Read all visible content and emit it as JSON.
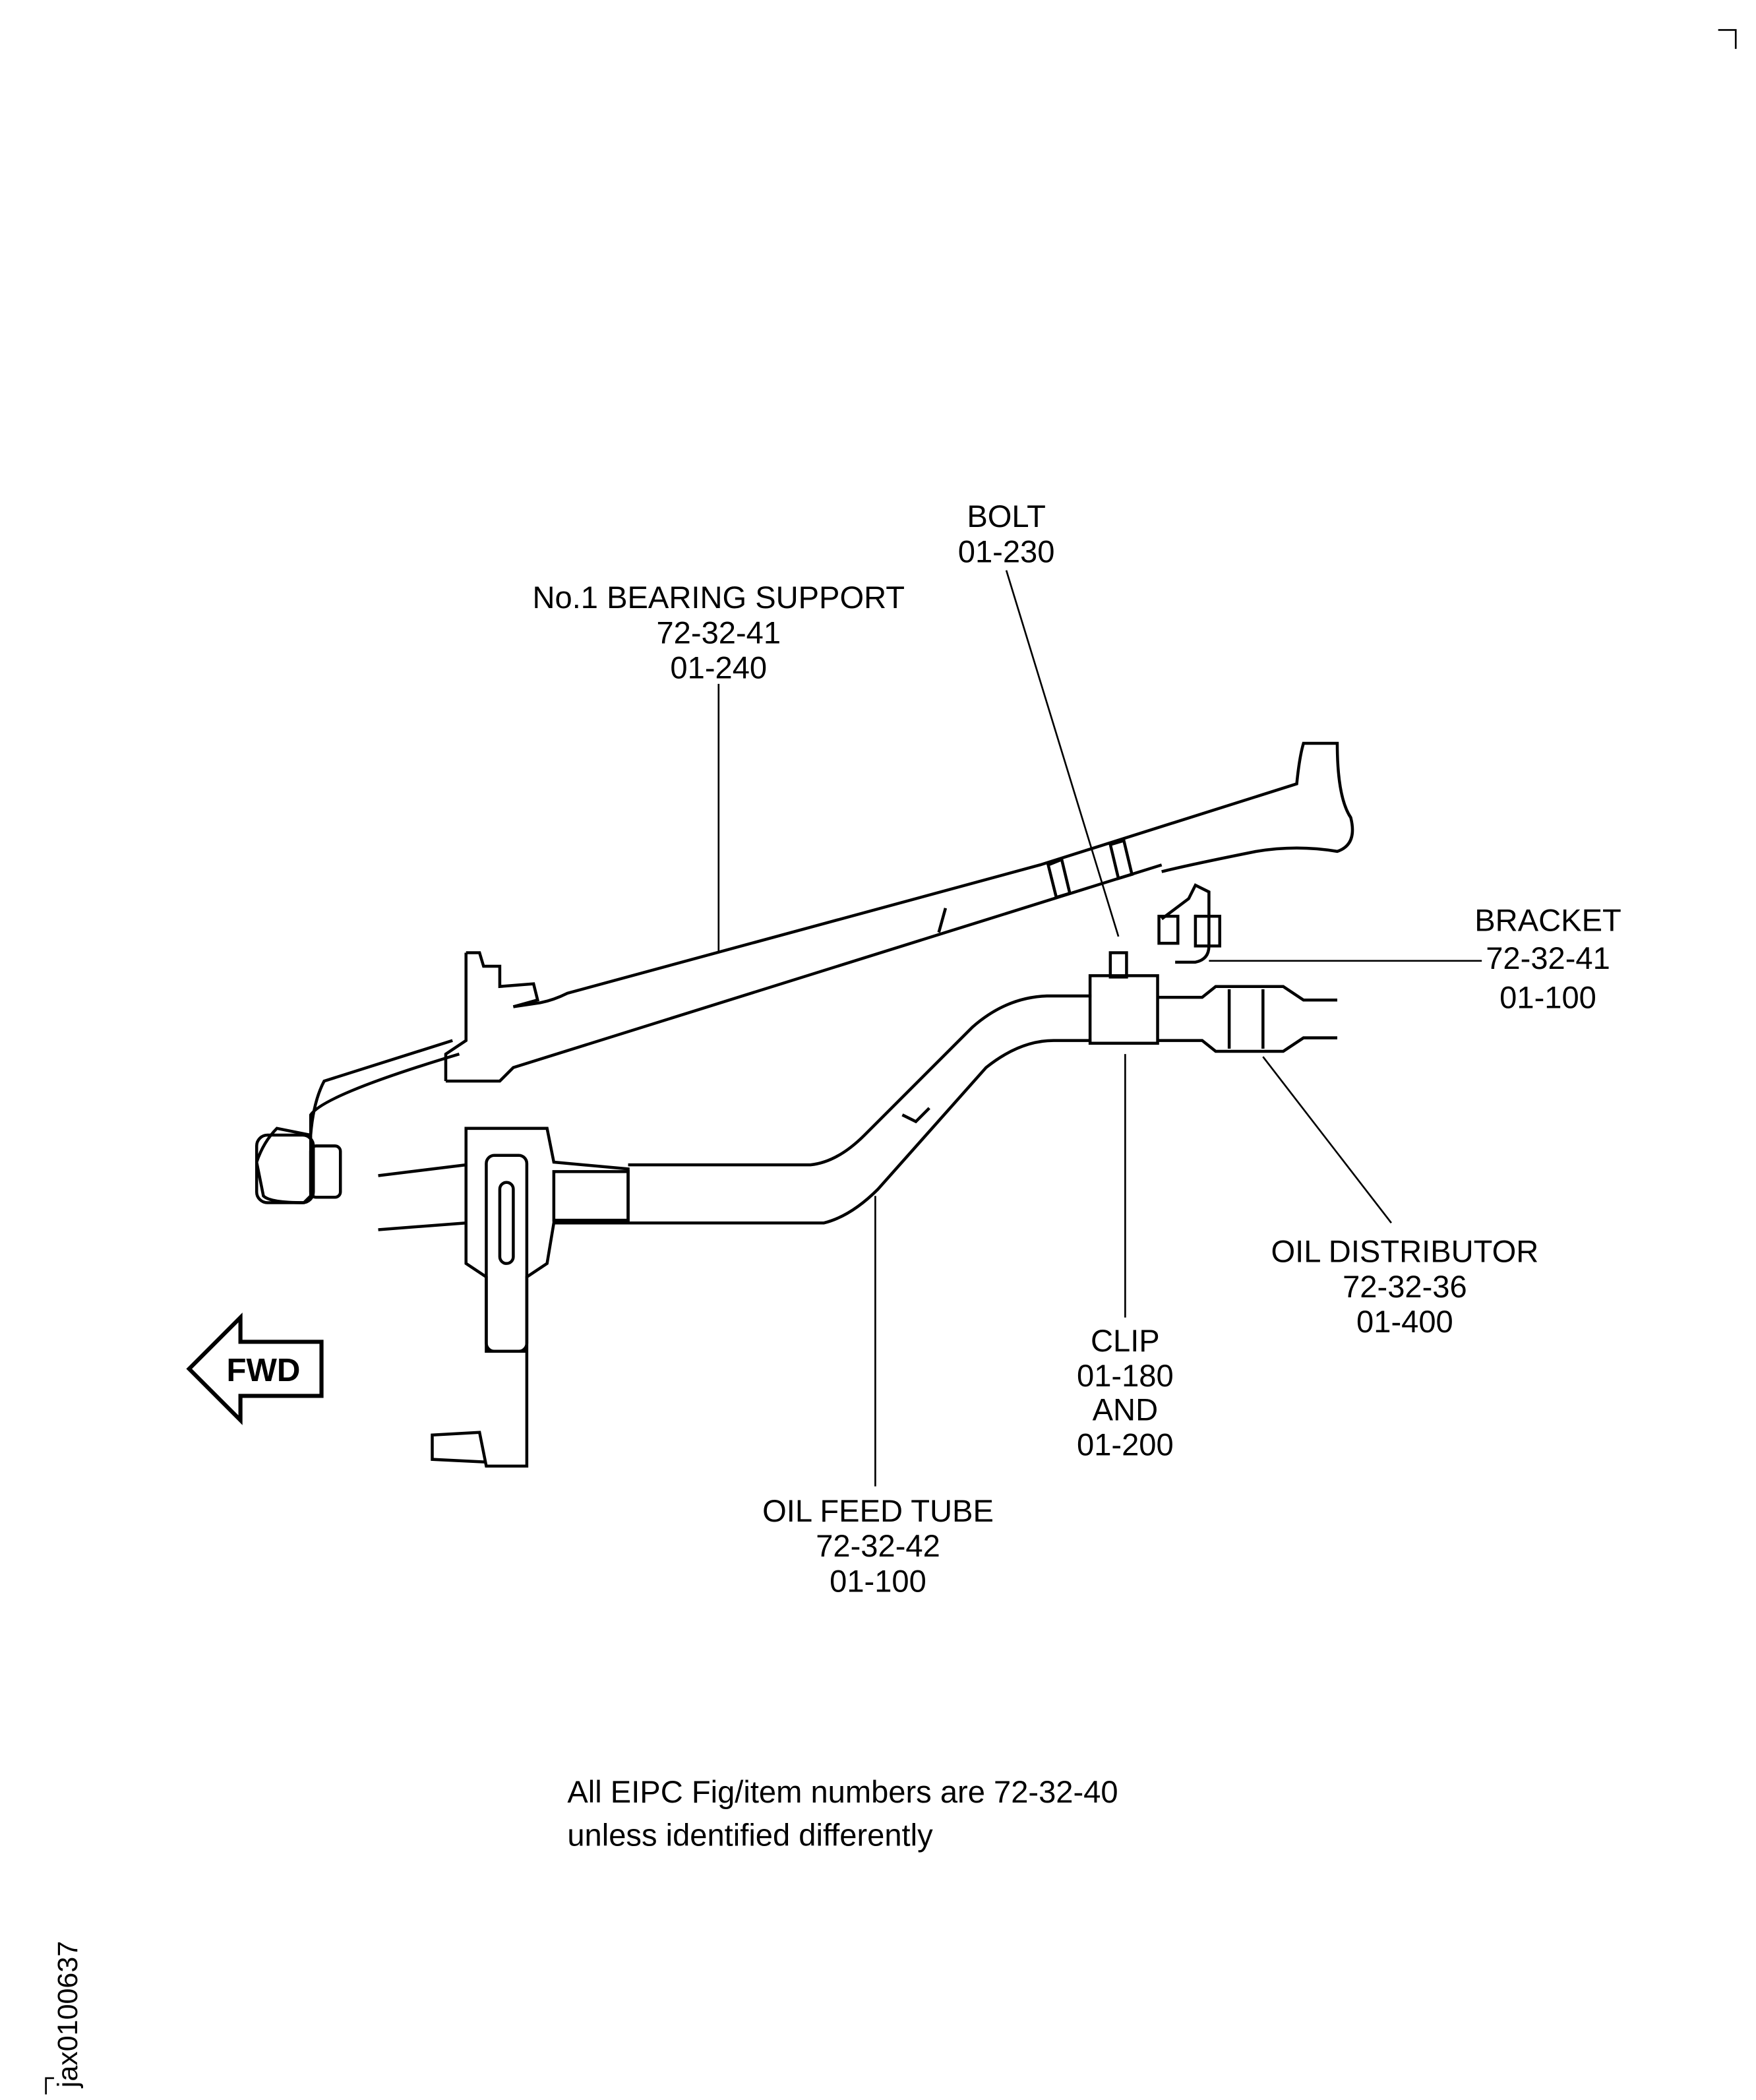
{
  "labels": {
    "bolt": {
      "name": "BOLT",
      "item": "01-230"
    },
    "bearing_support": {
      "name": "No.1  BEARING  SUPPORT",
      "fig": "72-32-41",
      "item": "01-240"
    },
    "bracket": {
      "name": "BRACKET",
      "fig": "72-32-41",
      "item": "01-100"
    },
    "oil_distributor": {
      "name": "OIL DISTRIBUTOR",
      "fig": "72-32-36",
      "item": "01-400"
    },
    "clip": {
      "name": "CLIP",
      "item1": "01-180",
      "and": "AND",
      "item2": "01-200"
    },
    "oil_feed_tube": {
      "name": "OIL  FEED  TUBE",
      "fig": "72-32-42",
      "item": "01-100"
    }
  },
  "fwd_arrow": "FWD",
  "note": {
    "line1": "All  EIPC  Fig/item  numbers  are  72-32-40",
    "line2": "unless  identified  differently"
  },
  "figure_id": "jax0100637"
}
